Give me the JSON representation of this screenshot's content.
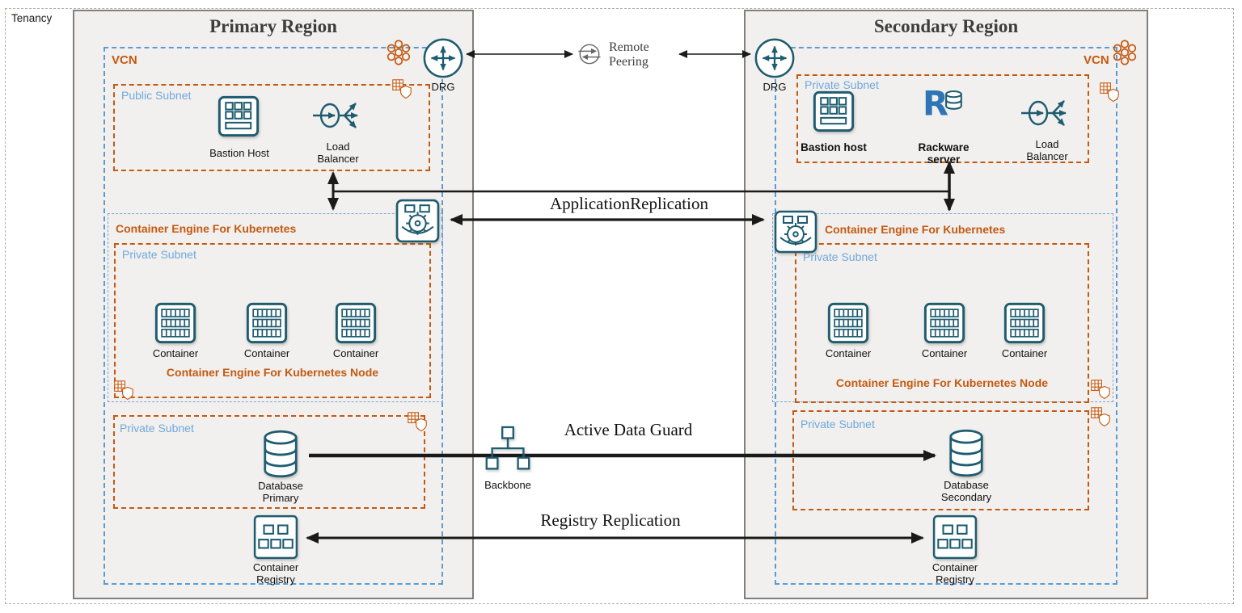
{
  "colors": {
    "icon_teal": "#1e5c70",
    "subnet_orange": "#c45911",
    "vcn_blue": "#5b9bd5",
    "subnet_label_blue": "#6fa8dc",
    "region_fill": "#f2f0ee"
  },
  "tenancy": {
    "label": "Tenancy"
  },
  "connections": {
    "remote_peering": "Remote Peering",
    "application_replication": "ApplicationReplication",
    "active_data_guard": "Active Data Guard",
    "registry_replication": "Registry Replication",
    "backbone": "Backbone"
  },
  "primary": {
    "title": "Primary Region",
    "vcn_label": "VCN",
    "drg_label": "DRG",
    "public_subnet": {
      "label": "Public Subnet",
      "bastion": "Bastion Host",
      "load_balancer": "Load Balancer"
    },
    "oke": {
      "label": "Container Engine For Kubernetes",
      "subnet_label": "Private Subnet",
      "containers": [
        "Container",
        "Container",
        "Container"
      ],
      "node_label": "Container Engine For Kubernetes Node"
    },
    "db_subnet": {
      "label": "Private Subnet",
      "database": "Database Primary"
    },
    "registry": "Container Registry"
  },
  "secondary": {
    "title": "Secondary Region",
    "vcn_label": "VCN",
    "drg_label": "DRG",
    "top_subnet": {
      "label": "Private Subnet",
      "bastion": "Bastion host",
      "rackware": "Rackware server",
      "load_balancer": "Load Balancer"
    },
    "oke": {
      "label": "Container Engine For Kubernetes",
      "subnet_label": "Private Subnet",
      "containers": [
        "Container",
        "Container",
        "Container"
      ],
      "node_label": "Container Engine For Kubernetes Node"
    },
    "db_subnet": {
      "label": "Private Subnet",
      "database": "Database Secondary"
    },
    "registry": "Container Registry"
  }
}
